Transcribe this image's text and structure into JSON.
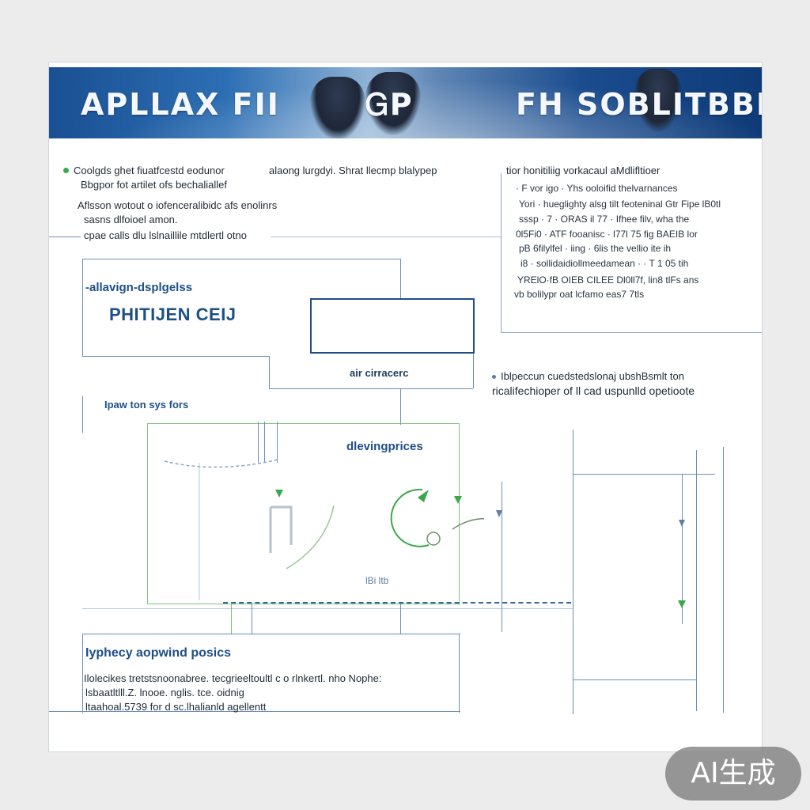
{
  "banner": {
    "title_left": "APLLAX FII",
    "title_mid": "ᏀP",
    "title_right": "FH SOBLITBBIY",
    "color_start": "#1a4f93",
    "color_end": "#0f3b78"
  },
  "intro": {
    "line1": "Coolgds ghet fiuatfcestd eodunor",
    "line1b": "alaong lurgdyi. Shrat  llecmp blalypep",
    "line2": "Bbgpor fot artilet ofs bechaliallef",
    "line3": "Aflsson wotout o iofenceralibidc afs enolinrs",
    "line4": "sasns dlfoioel amon.",
    "line5": "cpae calls dlu lslnaillile mtdlertl otno"
  },
  "right_panel": {
    "heading": "tior honitiliig vorkacaul aMdlifltioer",
    "lines": [
      "· F vor igo · Yhs ooloifid thelvarnances",
      "Yori · hueglighty alsg tilt feoteninal Gtr Fipe lB0tl",
      "sssp · 7 · ORAS il 77 · Ifhee filv, wha the",
      "0l5Fi0 · ATF fooanisc · l77l 75 fig BAEIB lor",
      "pB 6filylfel · iing · 6lis the vellio ite ih",
      "i8 · sollidaidiollmeedamean · · T 1 05 tih",
      "YRElO·fB OIEB CILEE Dl0ll7f, lin8 tlFs ans",
      "vb bolilypr oat lcfamo eas7 7tls"
    ]
  },
  "block_a": {
    "label": "-allavign-dsplgelss",
    "title": "PHITIJEN CEIJ",
    "sub": "air cirracerc"
  },
  "mid_note": {
    "line1": "Iblpeccun cuedstedslonaj ubshBsmlt ton",
    "line2": "ricalifechioper of ll cad uspunlld opetioote"
  },
  "section2": {
    "label": "Ipaw ton sys fors",
    "inner_label": "dlevingprices",
    "tag": "lBi ltb"
  },
  "footer": {
    "heading": "Iyphecy aopwind posics",
    "line1": "Ilolecikes tretstsnoonabree. tecgrieeltoultl c o rlnkertl. nho Nophe:",
    "line2": "lsbaatltlll.Z. lnooe. nglis. tce. oidnig",
    "line3": "ltaahoal.5739 for d sc.lhalianld agellentt"
  },
  "badge": {
    "text": "AI生成"
  }
}
